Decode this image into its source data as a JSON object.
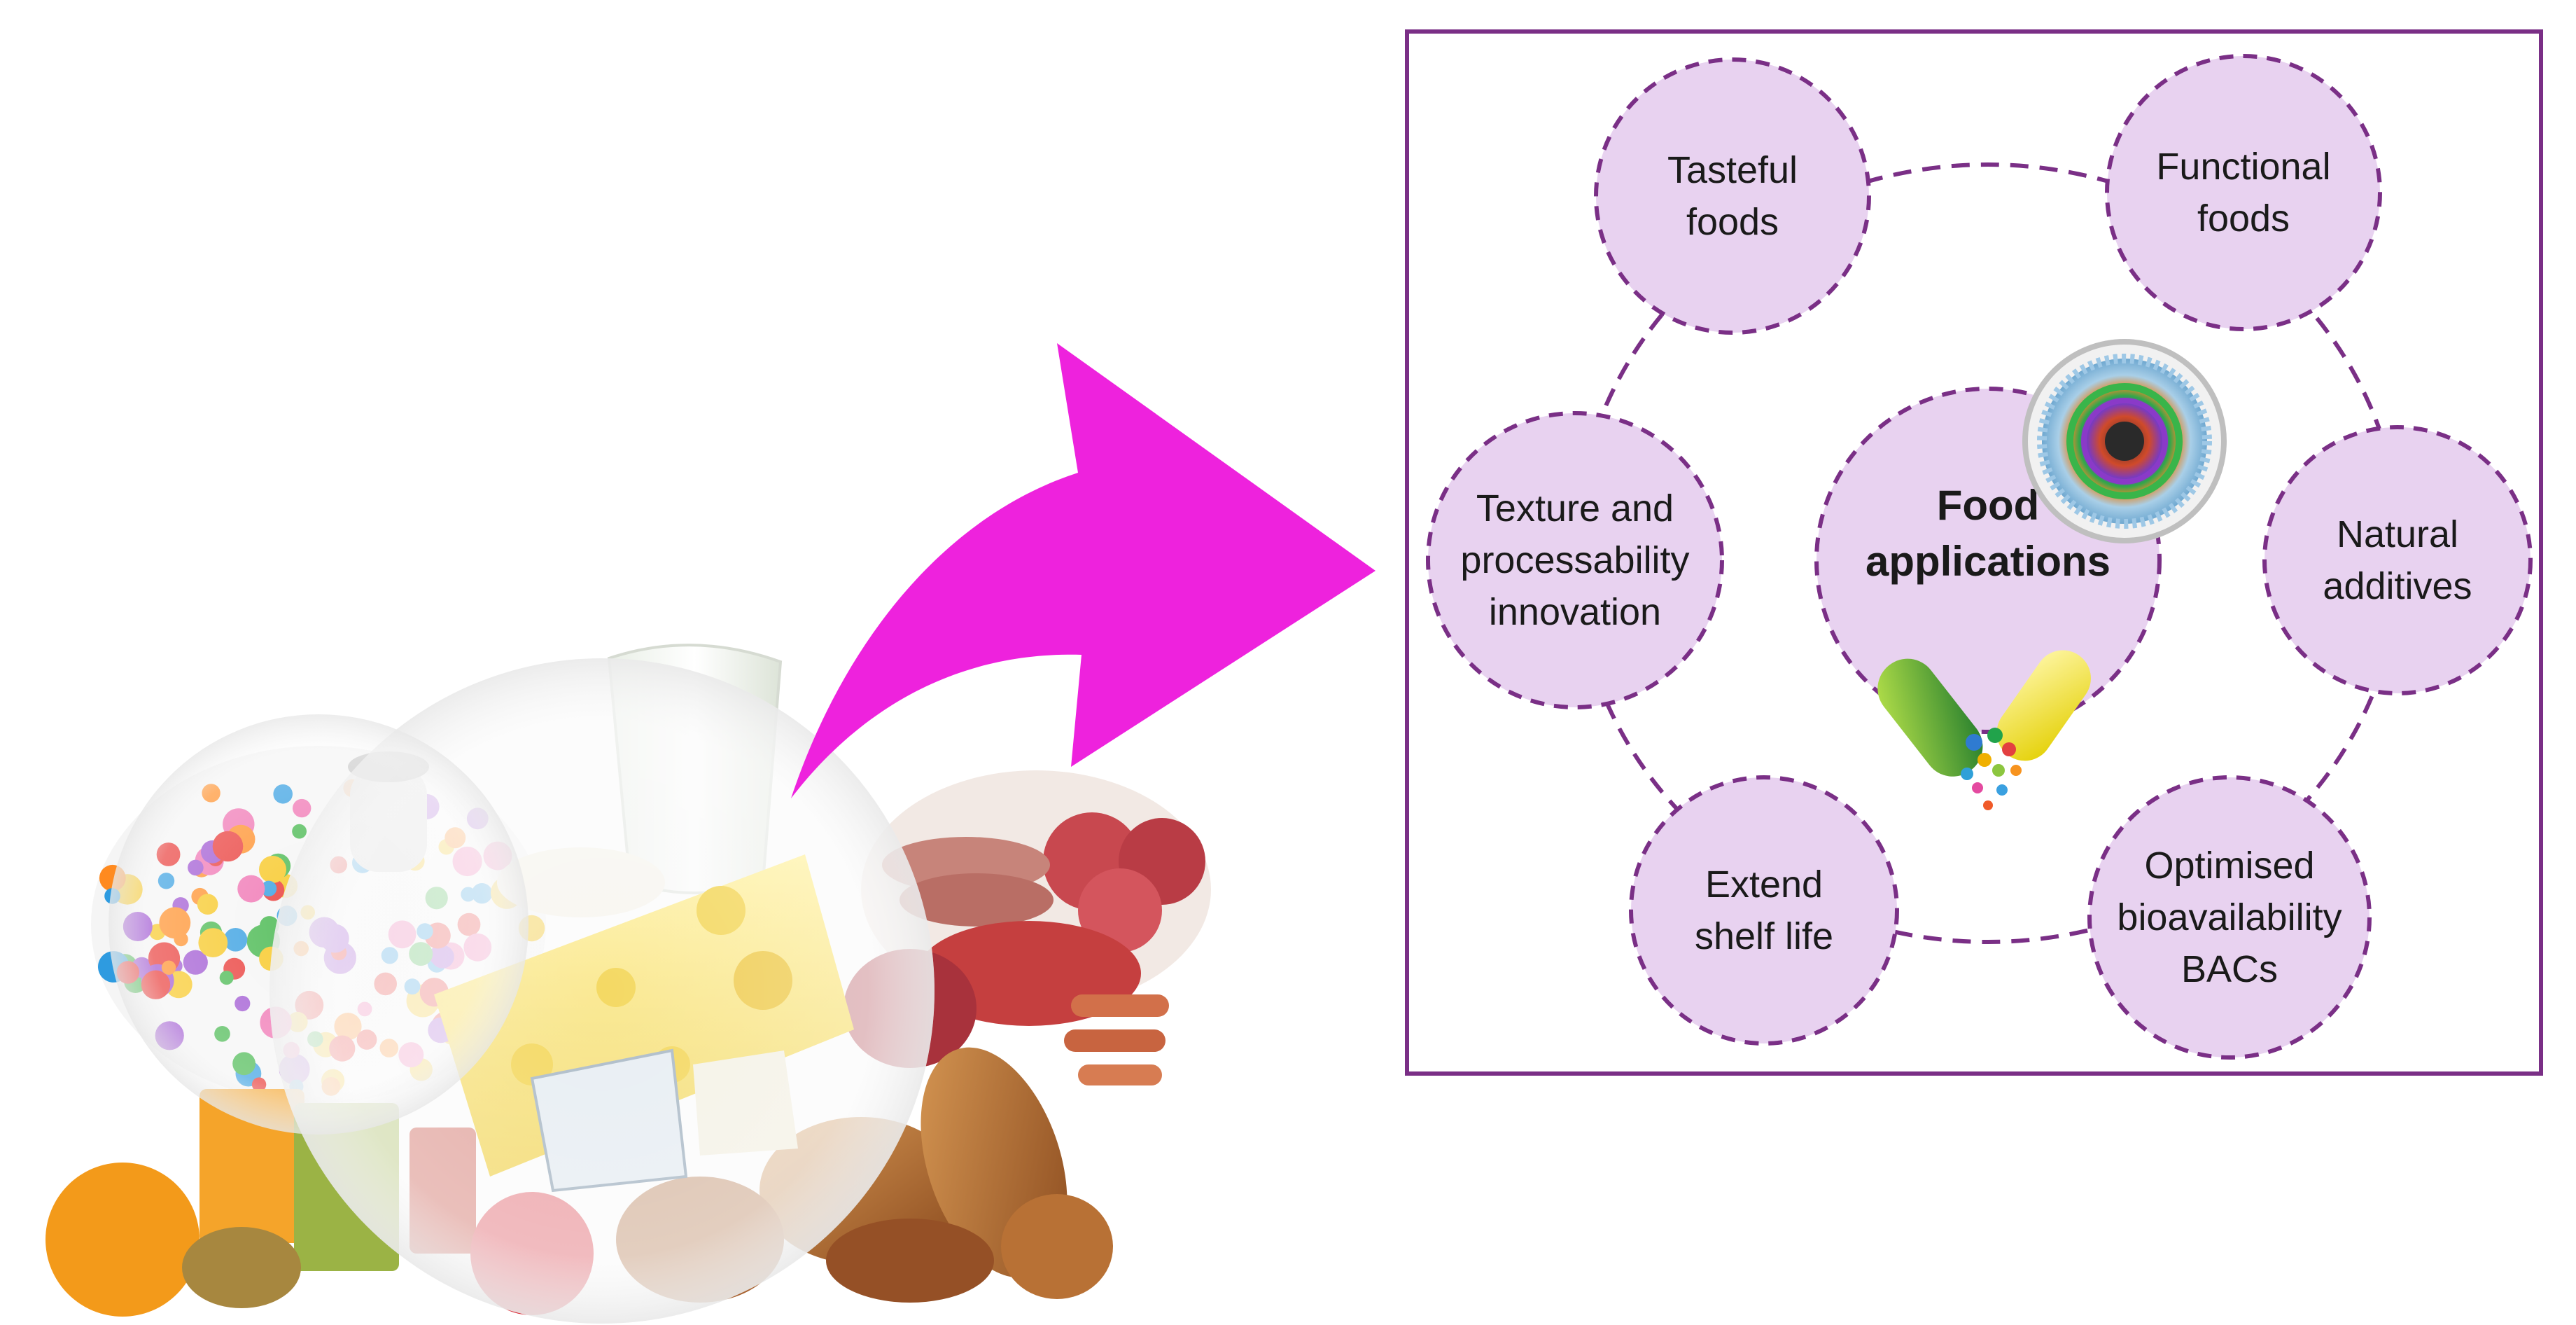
{
  "colors": {
    "frame": "#7a2f86",
    "node_fill": "#e8d2f0",
    "node_stroke": "#7a2f86",
    "arrow": "#ee22dd",
    "text": "#1a1a1a"
  },
  "center": {
    "lines": [
      "Food",
      "applications"
    ],
    "icons": [
      "nanocarrier-icon",
      "capsule-icon"
    ]
  },
  "nodes": [
    {
      "id": "tasteful",
      "lines": [
        "Tasteful",
        "foods"
      ]
    },
    {
      "id": "functional",
      "lines": [
        "Functional",
        "foods"
      ]
    },
    {
      "id": "texture",
      "lines": [
        "Texture and",
        "processability",
        "innovation"
      ]
    },
    {
      "id": "natural",
      "lines": [
        "Natural",
        "additives"
      ]
    },
    {
      "id": "shelf",
      "lines": [
        "Extend",
        "shelf life"
      ]
    },
    {
      "id": "bioavailability",
      "lines": [
        "Optimised",
        "bioavailability",
        "BACs"
      ]
    }
  ],
  "illustration": {
    "items": [
      "candy",
      "milk-bottle",
      "cheese",
      "meat",
      "bread",
      "juice",
      "fruit"
    ]
  }
}
